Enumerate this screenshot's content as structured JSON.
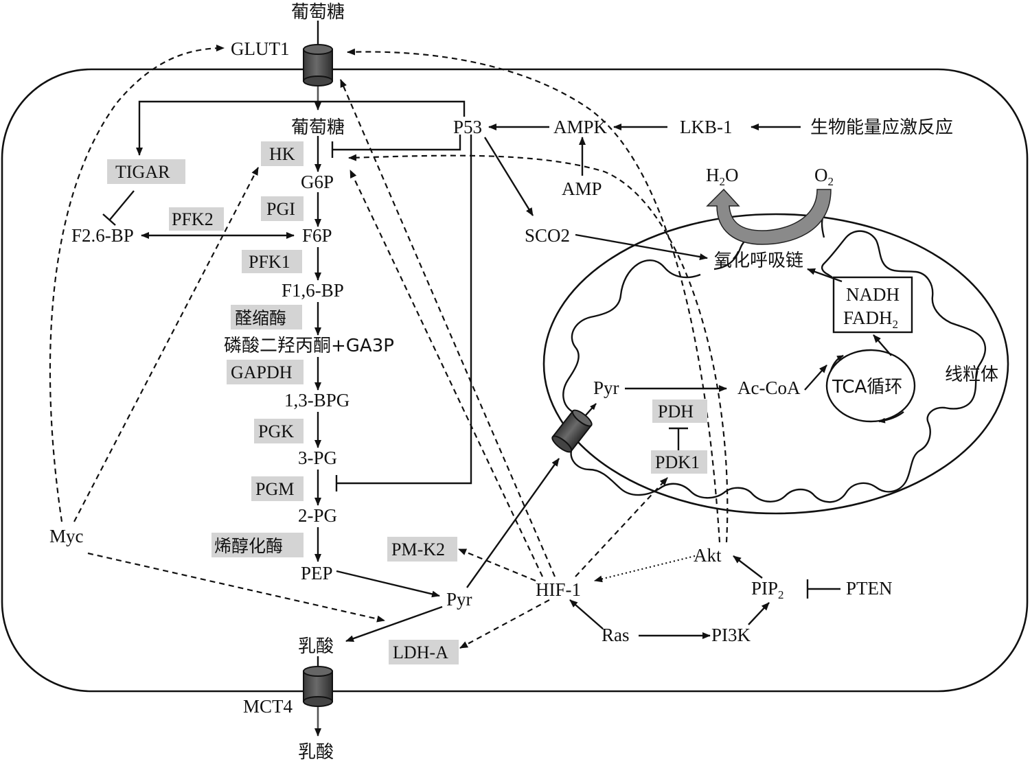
{
  "labels": {
    "glucose_outside": "葡萄糖",
    "glut1": "GLUT1",
    "glucose_inside": "葡萄糖",
    "p53": "P53",
    "ampk": "AMPK",
    "lkb1": "LKB-1",
    "stress": "生物能量应激反应",
    "amp": "AMP",
    "g6p": "G6P",
    "f6p": "F6P",
    "f26bp": "F2.6-BP",
    "f16bp": "F1,6-BP",
    "dhap": "磷酸二羟丙酮+GA3P",
    "bpg13": "1,3-BPG",
    "pg3": "3-PG",
    "pg2": "2-PG",
    "pep": "PEP",
    "pyr_cyto": "Pyr",
    "lactate_inside": "乳酸",
    "mct4": "MCT4",
    "lactate_outside": "乳酸",
    "myc": "Myc",
    "sco2": "SCO2",
    "h2o_main": "H",
    "h2o_sub": "2",
    "h2o_end": "O",
    "o2_main": "O",
    "o2_sub": "2",
    "resp_chain": "氧化呼吸链",
    "nadh": "NADH",
    "fadh_main": "FADH",
    "fadh_sub": "2",
    "pyr_mito": "Pyr",
    "acetylcoa": "Ac-CoA",
    "tca": "TCA循环",
    "mitochondria": "线粒体",
    "akt": "Akt",
    "hif1": "HIF-1",
    "pip_main": "PIP",
    "pip_sub": "2",
    "pten": "PTEN",
    "ras": "Ras",
    "pi3k": "PI3K"
  },
  "enzymes": {
    "tigar": "TIGAR",
    "hk": "HK",
    "pgi": "PGI",
    "pfk2": "PFK2",
    "pfk1": "PFK1",
    "aldolase": "醛缩酶",
    "gapdh": "GAPDH",
    "pgk": "PGK",
    "pgm": "PGM",
    "enolase": "烯醇化酶",
    "pmk2": "PM-K2",
    "ldha": "LDH-A",
    "pdh": "PDH",
    "pdk1": "PDK1"
  },
  "colors": {
    "enzyme_box": "#d4d4d4",
    "transporter": "#555555",
    "arrow_gray": "#8a8a8a",
    "line": "#111111"
  }
}
